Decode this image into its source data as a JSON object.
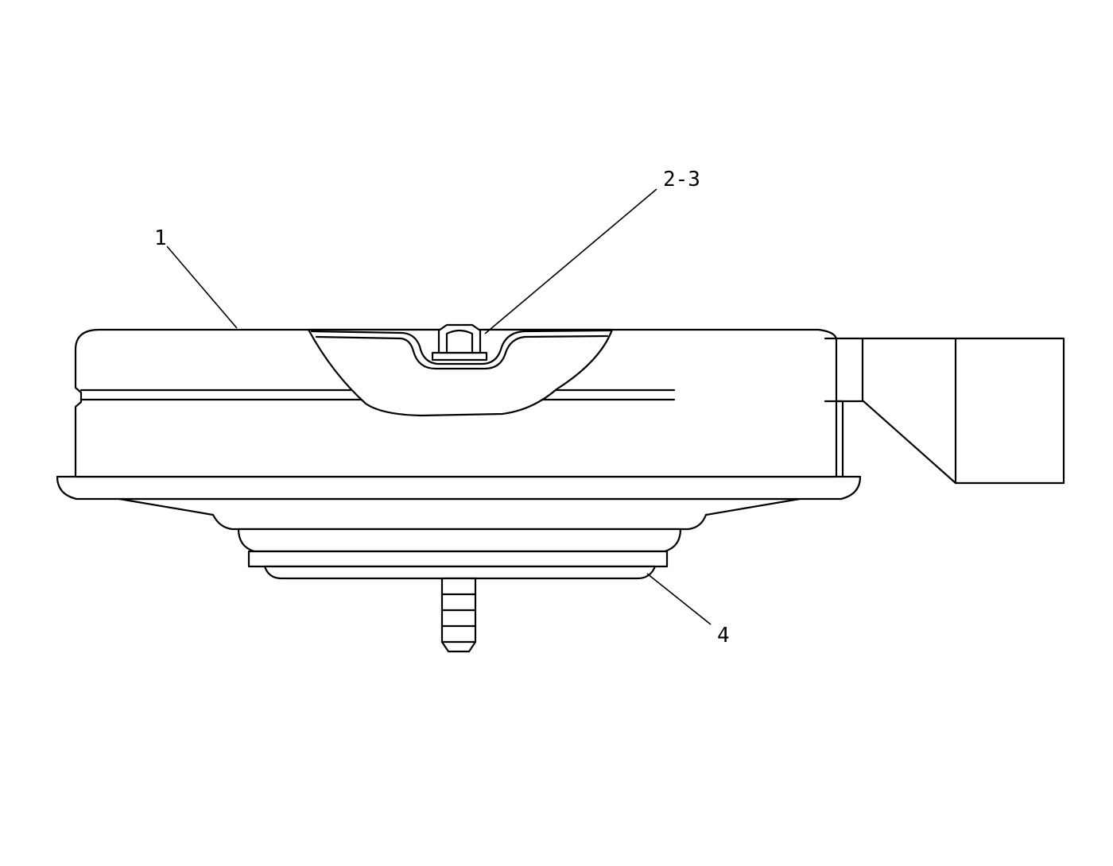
{
  "callouts": {
    "part_1": "1",
    "part_2_3": "2-3",
    "part_4": "4"
  },
  "colors": {
    "ink": "#000000",
    "paper": "#ffffff"
  }
}
